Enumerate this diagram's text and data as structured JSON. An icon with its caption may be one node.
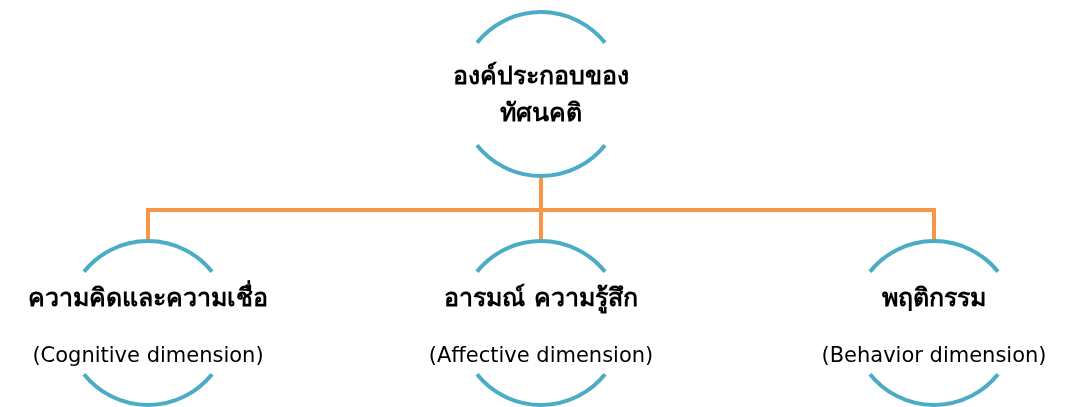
{
  "diagram": {
    "nodes": [
      {
        "text": [
          "องค์ประกอบของ ทัศนคติ"
        ]
      },
      {
        "text": [
          "ความคิดและความเชื่อ",
          "(Cognitive dimension)"
        ]
      },
      {
        "text": [
          "อารมณ์ ความรู้สึก",
          "(Affective dimension)"
        ]
      },
      {
        "text": [
          "พฤติกรรม",
          "(Behavior dimension)"
        ]
      }
    ],
    "edges": [
      {
        "from": 0,
        "to": 1,
        "arrow": "none"
      },
      {
        "from": 0,
        "to": 2,
        "arrow": "none"
      },
      {
        "from": 0,
        "to": 3,
        "arrow": "none"
      }
    ]
  }
}
